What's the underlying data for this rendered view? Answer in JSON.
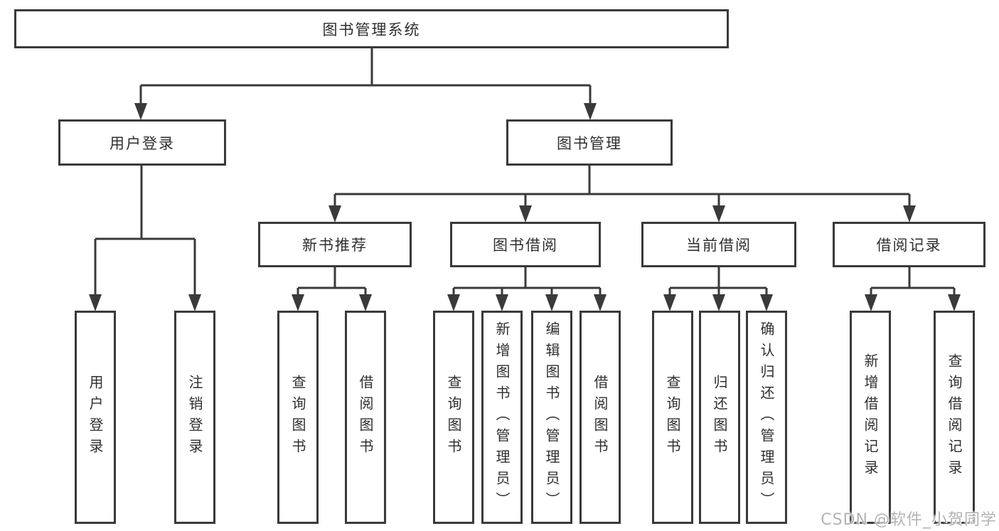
{
  "diagram": {
    "type": "hierarchy-tree",
    "orientation": "top-down"
  },
  "colors": {
    "background": "#ffffff",
    "line": "#3a3a3a",
    "box_border": "#3a3a3a",
    "box_fill": "#ffffff",
    "text": "#2f2f2f",
    "watermark": "#b3b3b3"
  },
  "watermark": {
    "text": "CSDN @软件_小贺同学"
  },
  "tree": {
    "root": {
      "label": "图书管理系统",
      "children": [
        {
          "label": "用户登录",
          "children": [
            {
              "label": "用户登录"
            },
            {
              "label": "注销登录"
            }
          ]
        },
        {
          "label": "图书管理",
          "children": [
            {
              "label": "新书推荐",
              "children": [
                {
                  "label": "查询图书"
                },
                {
                  "label": "借阅图书"
                }
              ]
            },
            {
              "label": "图书借阅",
              "children": [
                {
                  "label": "查询图书"
                },
                {
                  "label": "新增图书（管理员）"
                },
                {
                  "label": "编辑图书（管理员）"
                },
                {
                  "label": "借阅图书"
                }
              ]
            },
            {
              "label": "当前借阅",
              "children": [
                {
                  "label": "查询图书"
                },
                {
                  "label": "归还图书"
                },
                {
                  "label": "确认归还（管理员）"
                }
              ]
            },
            {
              "label": "借阅记录",
              "children": [
                {
                  "label": "新增借阅记录"
                },
                {
                  "label": "查询借阅记录"
                }
              ]
            }
          ]
        }
      ]
    }
  }
}
